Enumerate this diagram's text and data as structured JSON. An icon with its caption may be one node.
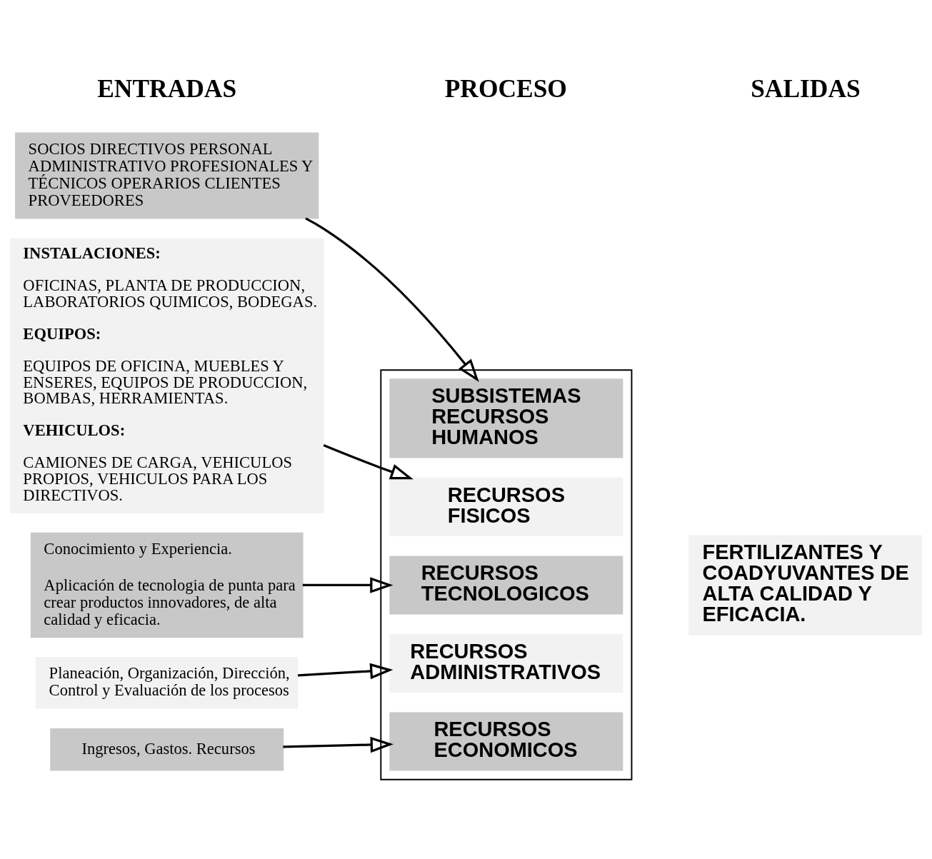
{
  "diagram": {
    "nodes": [
      {
        "text": [
          "SOCIOS DIRECTIVOS PERSONAL ADMINISTRATIVO PROFESIONALES Y TÉCNICOS OPERARIOS CLIENTES PROVEEDORES"
        ]
      },
      {
        "text": [
          "INSTALACIONES:",
          "OFICINAS, PLANTA DE PRODUCCION, LABORATORIOS QUIMICOS, BODEGAS.",
          "EQUIPOS:",
          "EQUIPOS DE OFICINA, MUEBLES Y ENSERES, EQUIPOS DE PRODUCCION, BOMBAS, HERRAMIENTAS.",
          "VEHICULOS:",
          "CAMIONES DE CARGA, VEHICULOS PROPIOS, VEHICULOS PARA LOS DIRECTIVOS."
        ]
      },
      {
        "text": [
          "Conocimiento y Experiencia.",
          "Aplicación de tecnologia de punta para crear productos innovadores, de alta calidad y eficacia."
        ]
      },
      {
        "text": [
          "Planeación, Organización, Dirección, Control y Evaluación de los procesos"
        ]
      },
      {
        "text": [
          "Ingresos, Gastos. Recursos"
        ]
      },
      {
        "text": [],
        "shape": "box"
      },
      {
        "text": [
          "SUBSISTEMAS RECURSOS HUMANOS"
        ],
        "in": 5
      },
      {
        "text": [
          "RECURSOS FISICOS"
        ],
        "in": 5
      },
      {
        "text": [
          "RECURSOS TECNOLOGICOS"
        ],
        "in": 5
      },
      {
        "text": [
          "RECURSOS ADMINISTRATIVOS"
        ],
        "in": 5
      },
      {
        "text": [
          "RECURSOS ECONOMICOS"
        ],
        "in": 5
      },
      {
        "text": [
          "FERTILIZANTES Y COADYUVANTES DE ALTA CALIDAD Y EFICACIA."
        ]
      }
    ],
    "edges": [
      {
        "from": 0,
        "to": 6,
        "arrow": "to"
      },
      {
        "from": 1,
        "to": 7,
        "arrow": "to"
      },
      {
        "from": 2,
        "to": 8,
        "arrow": "to"
      },
      {
        "from": 3,
        "to": 9,
        "arrow": "to"
      },
      {
        "from": 4,
        "to": 10,
        "arrow": "to"
      }
    ],
    "labels": [
      "ENTRADAS",
      "PROCESO",
      "SALIDAS"
    ]
  }
}
